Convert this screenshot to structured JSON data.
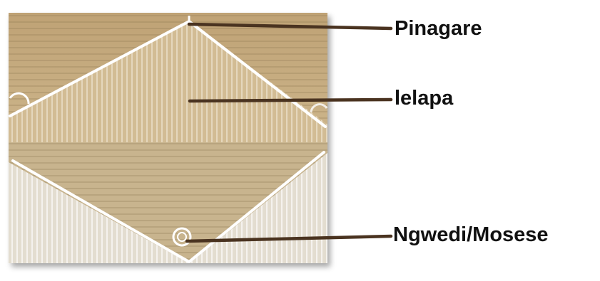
{
  "diagram": {
    "labels": {
      "top": "Pinagare",
      "middle": "lelapa",
      "bottom": "Ngwedi/Mosese"
    },
    "colors": {
      "wall_upper": "#c9b184",
      "wall_lower": "#d8d2c2",
      "paint_lines": "#ffffff",
      "leader_line": "#4a3320",
      "text": "#111111"
    }
  }
}
